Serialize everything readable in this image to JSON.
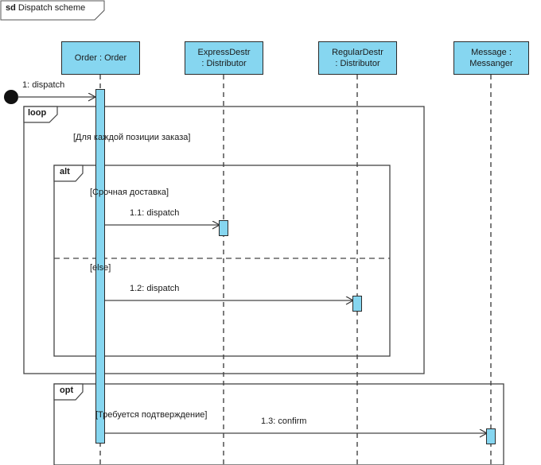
{
  "diagram": {
    "kind_keyword": "sd",
    "title": "Dispatch scheme",
    "type": "uml-sequence-diagram",
    "colors": {
      "lifeline_fill": "#86D6F0",
      "stroke": "#2b2b2b",
      "text": "#1a1a1a",
      "background": "#ffffff"
    }
  },
  "lifelines": [
    {
      "id": "order",
      "line1": "Order : Order",
      "line2": ""
    },
    {
      "id": "expressdestr",
      "line1": "ExpressDestr",
      "line2": ": Distributor"
    },
    {
      "id": "regulardestr",
      "line1": "RegularDestr",
      "line2": ": Distributor"
    },
    {
      "id": "message",
      "line1": "Message :",
      "line2": "Messanger"
    }
  ],
  "start_node": {
    "name": "found-message-start"
  },
  "messages": [
    {
      "id": "m0",
      "label": "1: dispatch",
      "from": "start",
      "to": "order"
    },
    {
      "id": "m1",
      "label": "1.1: dispatch",
      "from": "order",
      "to": "expressdestr"
    },
    {
      "id": "m2",
      "label": "1.2: dispatch",
      "from": "order",
      "to": "regulardestr"
    },
    {
      "id": "m3",
      "label": "1.3: confirm",
      "from": "order",
      "to": "message"
    }
  ],
  "fragments": [
    {
      "id": "loop",
      "operator": "loop",
      "guard": "[Для каждой позиции заказа]"
    },
    {
      "id": "alt",
      "operator": "alt",
      "guard": "[Срочная доставка]",
      "else_guard": "[else]"
    },
    {
      "id": "opt",
      "operator": "opt",
      "guard": "[Требуется подтверждение]"
    }
  ]
}
